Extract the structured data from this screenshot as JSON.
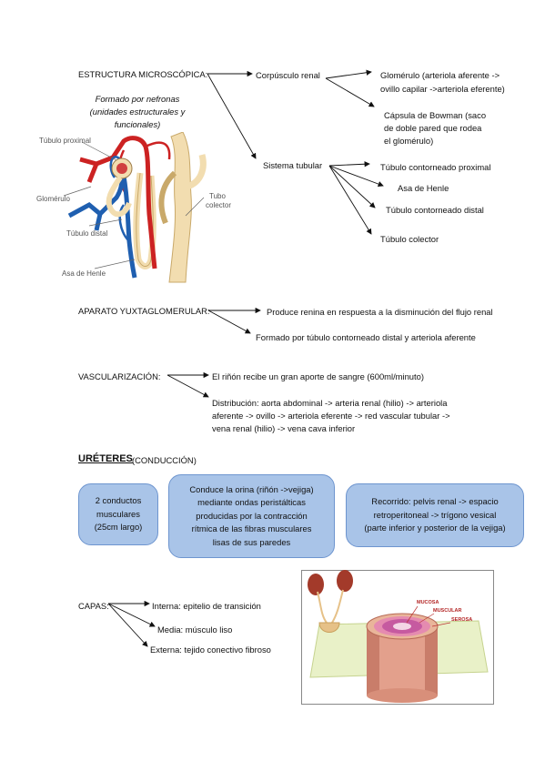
{
  "estructura": {
    "heading": "ESTRUCTURA MICROSCÓPICA:",
    "caption_lines": [
      "Formado por nefronas",
      "(unidades estructurales y",
      "funcionales)"
    ],
    "corpusculo": "Corpúsculo renal",
    "glomerulo_lines": [
      "Glomérulo (arteriola aferente ->",
      "ovillo capilar ->arteriola eferente)"
    ],
    "bowman_lines": [
      "Cápsula de Bowman (saco",
      "de doble pared que rodea",
      "el glomérulo)"
    ],
    "sistema": "Sistema tubular",
    "tubulos": [
      "Túbulo contorneado proximal",
      "Asa de Henle",
      "Túbulo contorneado distal",
      "Túbulo colector"
    ],
    "figure_labels": {
      "tubulo_proximal": "Túbulo proximal",
      "glomerulo": "Glomérulo",
      "tubulo_distal": "Túbulo distal",
      "asa_henle": "Asa de Henle",
      "tubo_colector_lines": [
        "Tubo",
        "colector"
      ]
    }
  },
  "aparato": {
    "heading": "APARATO YUXTAGLOMERULAR:",
    "items": [
      "Produce renina en respuesta a la disminución del flujo renal",
      "Formado por túbulo contorneado distal y arteriola aferente"
    ]
  },
  "vascular": {
    "heading": "VASCULARIZACIÓN:",
    "item1": "El riñón recibe un gran aporte de sangre (600ml/minuto)",
    "item2_lines": [
      "Distribución: aorta abdominal -> arteria renal (hilio) -> arteriola",
      "aferente -> ovillo -> arteriola eferente -> red vascular tubular ->",
      "vena renal (hilio) -> vena cava inferior"
    ]
  },
  "ureteres": {
    "title": "URÉTERES",
    "subtitle": "(CONDUCCIÓN)",
    "boxes": [
      "2 conductos\nmusculares\n(25cm largo)",
      "Conduce la orina (riñón ->vejiga)\nmediante ondas peristálticas\nproducidas por la contracción\nrítmica de las fibras musculares\nlisas de sus paredes",
      "Recorrido: pelvis renal -> espacio\nretroperitoneal -> trígono vesical\n(parte inferior y posterior de la vejiga)"
    ]
  },
  "capas": {
    "heading": "CAPAS:",
    "items": [
      "Interna: epitelio de transición",
      "Media: músculo liso",
      "Externa: tejido conectivo fibroso"
    ],
    "figure_labels": [
      "MUCOSA",
      "MUSCULAR",
      "SEROSA"
    ]
  },
  "colors": {
    "box_fill": "#a9c4e8",
    "box_border": "#6e95cf",
    "artery": "#cc2222",
    "vein": "#1f5fb0",
    "tubule": "#f2ddb0"
  }
}
